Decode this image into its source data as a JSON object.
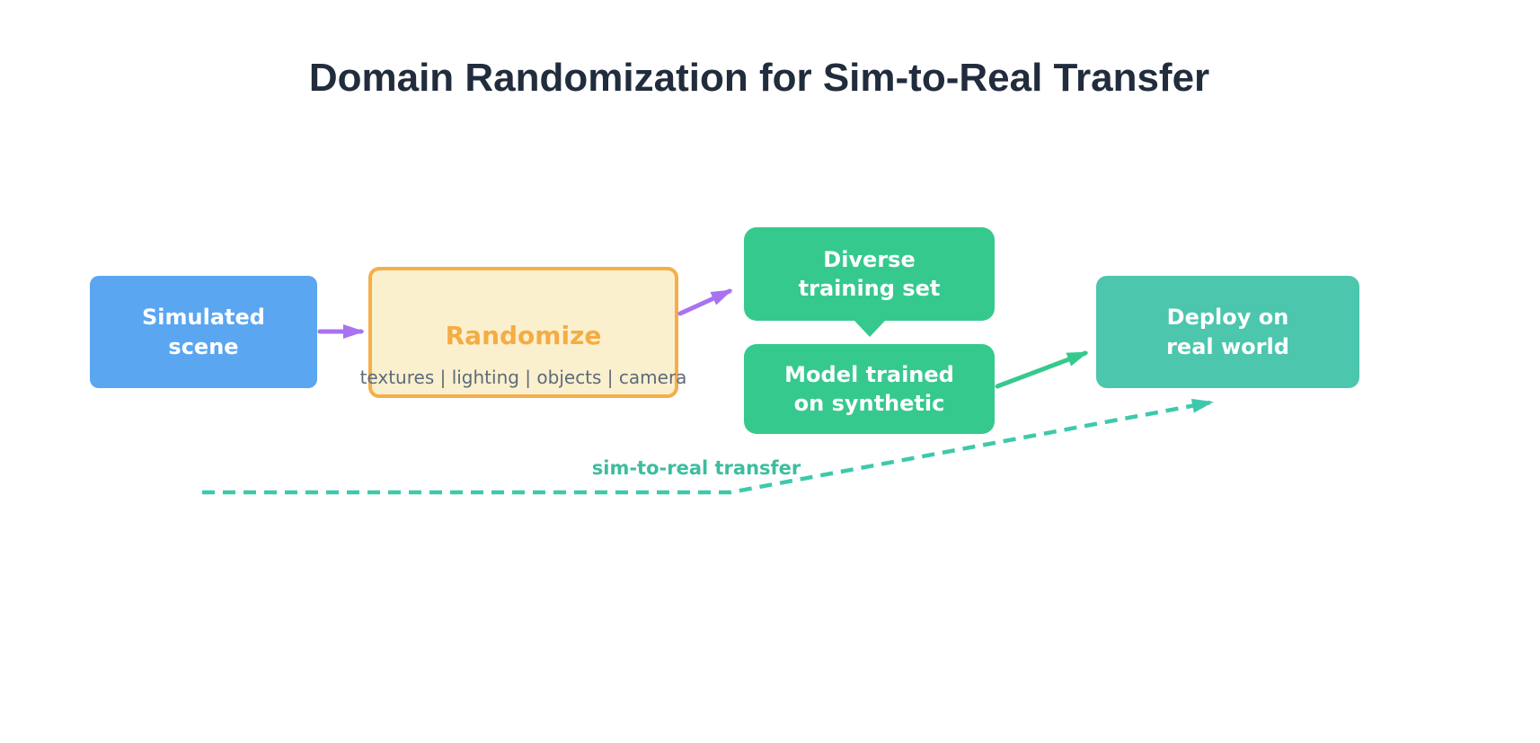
{
  "title": "Domain Randomization for Sim-to-Real Transfer",
  "nodes": {
    "simulated_scene": {
      "lines": [
        "Simulated",
        "scene"
      ]
    },
    "randomize": {
      "title": "Randomize",
      "subtitle": "textures | lighting | objects | camera"
    },
    "diverse_training_set": {
      "lines": [
        "Diverse",
        "training set"
      ]
    },
    "model_trained": {
      "lines": [
        "Model trained",
        "on synthetic"
      ]
    },
    "deploy": {
      "lines": [
        "Deploy on",
        "real world"
      ]
    }
  },
  "edges": {
    "sim_to_real_label": "sim-to-real transfer"
  },
  "colors": {
    "title_text": "#212C3D",
    "blue_node": "#5AA6F0",
    "orange_node_fill": "#FBF0CD",
    "orange_node_border": "#F5AE4A",
    "orange_node_text": "#F5AC43",
    "subtitle_text": "#5D6B7A",
    "green_node": "#36C98E",
    "teal_node": "#4CC6AD",
    "purple_arrow": "#A873F0",
    "green_arrow": "#36C98E",
    "dashed_arrow": "#3EC9AB",
    "edge_label_text": "#3BBE9E",
    "node_text": "#FFFFFF"
  }
}
